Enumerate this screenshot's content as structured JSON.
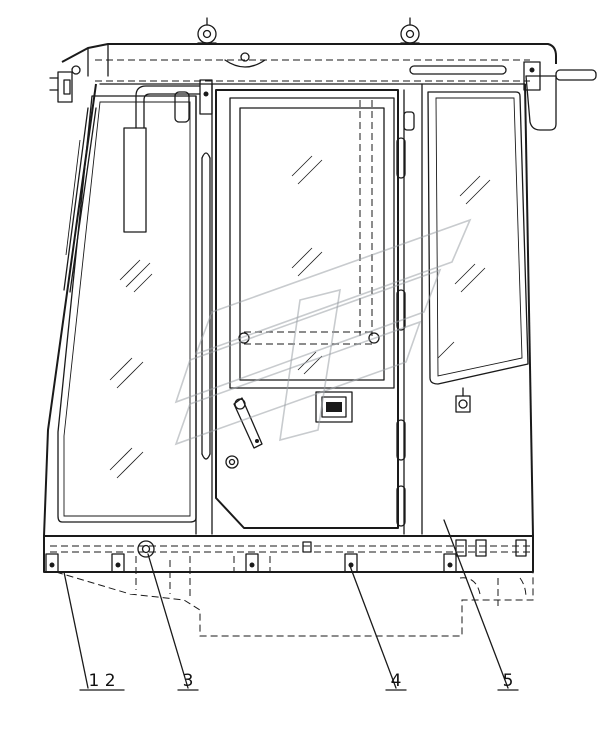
{
  "callouts": {
    "c12": "1 2",
    "c3": "3",
    "c4": "4",
    "c5": "5"
  }
}
